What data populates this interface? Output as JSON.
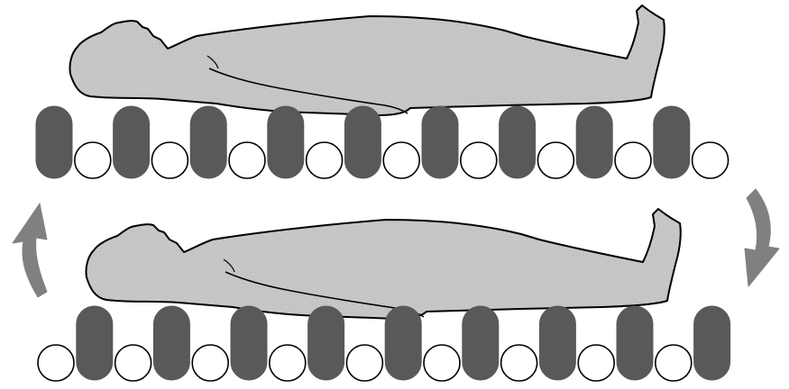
{
  "diagram": {
    "type": "alternating-pressure-mattress",
    "states": [
      {
        "id": "state-1",
        "inflated_cell_indexes": [
          0,
          2,
          4,
          6,
          8,
          10,
          12,
          14,
          16
        ]
      },
      {
        "id": "state-2",
        "inflated_cell_indexes": [
          1,
          3,
          5,
          7,
          9,
          11,
          13,
          15,
          17
        ]
      }
    ],
    "cells_per_row": 18,
    "cycle_direction": "clockwise",
    "icons": {
      "left_arrow": "curved-arrow-up-icon",
      "right_arrow": "curved-arrow-down-icon"
    },
    "colors": {
      "inflated_cell": "#595959",
      "deflated_cell_fill": "#ffffff",
      "outline": "#000000",
      "body_fill": "#c8c8c8",
      "arrow": "#808080"
    }
  }
}
